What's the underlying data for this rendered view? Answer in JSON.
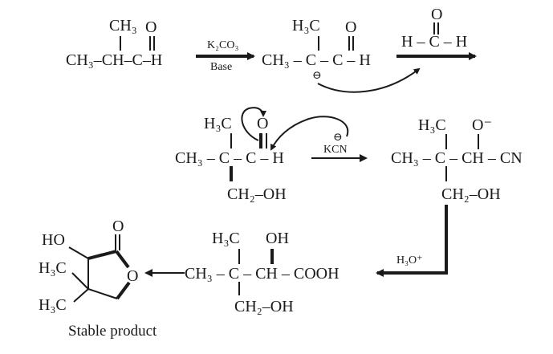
{
  "step1": {
    "reactant_main": "CH₃–CH–C–H",
    "reactant_methyl": "CH₃",
    "reactant_oxygen": "O",
    "reagent_top": "K₂CO₃",
    "reagent_bottom": "Base",
    "carbanion_main": "CH₃ – C – C – H",
    "carbanion_methyl": "H₃C",
    "carbanion_oxygen": "O",
    "carbanion_charge": "⊖",
    "formaldehyde_main": "H – C – H",
    "formaldehyde_oxygen": "O"
  },
  "step2": {
    "aldol_main": "CH₃ – C – C – H",
    "aldol_methyl": "H₃C",
    "aldol_oxygen": "O",
    "aldol_branch": "CH₂–OH",
    "reagent": "KCN",
    "reagent_charge": "⊖",
    "cyanohydrin_main": "CH₃ – C – CH – CN",
    "cyanohydrin_methyl": "H₃C",
    "cyanohydrin_oxygen": "O⁻",
    "cyanohydrin_branch": "CH₂–OH"
  },
  "step3": {
    "reagent": "H₃O⁺",
    "acid_main": "CH₃ – C – CH – COOH",
    "acid_methyl": "H₃C",
    "acid_hydroxyl": "OH",
    "acid_branch": "CH₂–OH",
    "lactone_hydroxyl": "HO",
    "lactone_carbonyl_oxygen": "O",
    "lactone_ring_oxygen": "O",
    "lactone_methyl_1": "H₃C",
    "lactone_methyl_2": "H₃C",
    "product_label": "Stable product"
  }
}
